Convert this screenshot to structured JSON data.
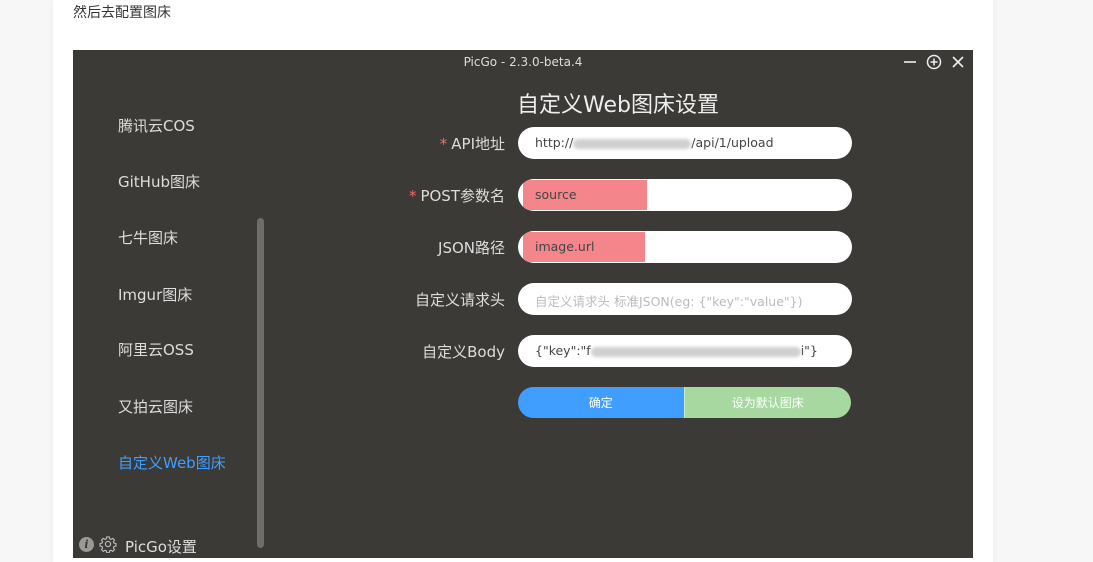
{
  "article": {
    "text": "然后去配置图床"
  },
  "window": {
    "title": "PicGo - 2.3.0-beta.4",
    "controls": {
      "minimize": "minimize-icon",
      "pin": "plus-circle-icon",
      "close": "close-icon"
    }
  },
  "sidebar": {
    "items": [
      {
        "label": "腾讯云COS"
      },
      {
        "label": "GitHub图床"
      },
      {
        "label": "七牛图床"
      },
      {
        "label": "Imgur图床"
      },
      {
        "label": "阿里云OSS"
      },
      {
        "label": "又拍云图床"
      },
      {
        "label": "自定义Web图床",
        "active": true
      }
    ],
    "settings_label": "PicGo设置",
    "info_icon": "i"
  },
  "form": {
    "title": "自定义Web图床设置",
    "required_mark": "*",
    "fields": [
      {
        "label": "API地址",
        "required": true,
        "value_prefix": "http://",
        "value_suffix": "/api/1/upload"
      },
      {
        "label": "POST参数名",
        "required": true,
        "value": "source"
      },
      {
        "label": "JSON路径",
        "required": false,
        "value": "image.url"
      },
      {
        "label": "自定义请求头",
        "required": false,
        "placeholder": "自定义请求头 标准JSON(eg: {\"key\":\"value\"})"
      },
      {
        "label": "自定义Body",
        "required": false,
        "value_prefix": "{\"key\":\"f",
        "value_suffix": "i\"}"
      }
    ],
    "confirm_label": "确定",
    "set_default_label": "设为默认图床"
  },
  "colors": {
    "window_bg": "#3b3a36",
    "active": "#409eff",
    "confirm": "#409eff",
    "set_default": "#a7d8a0",
    "required": "#f56c6c",
    "highlight": "#f4868b"
  }
}
